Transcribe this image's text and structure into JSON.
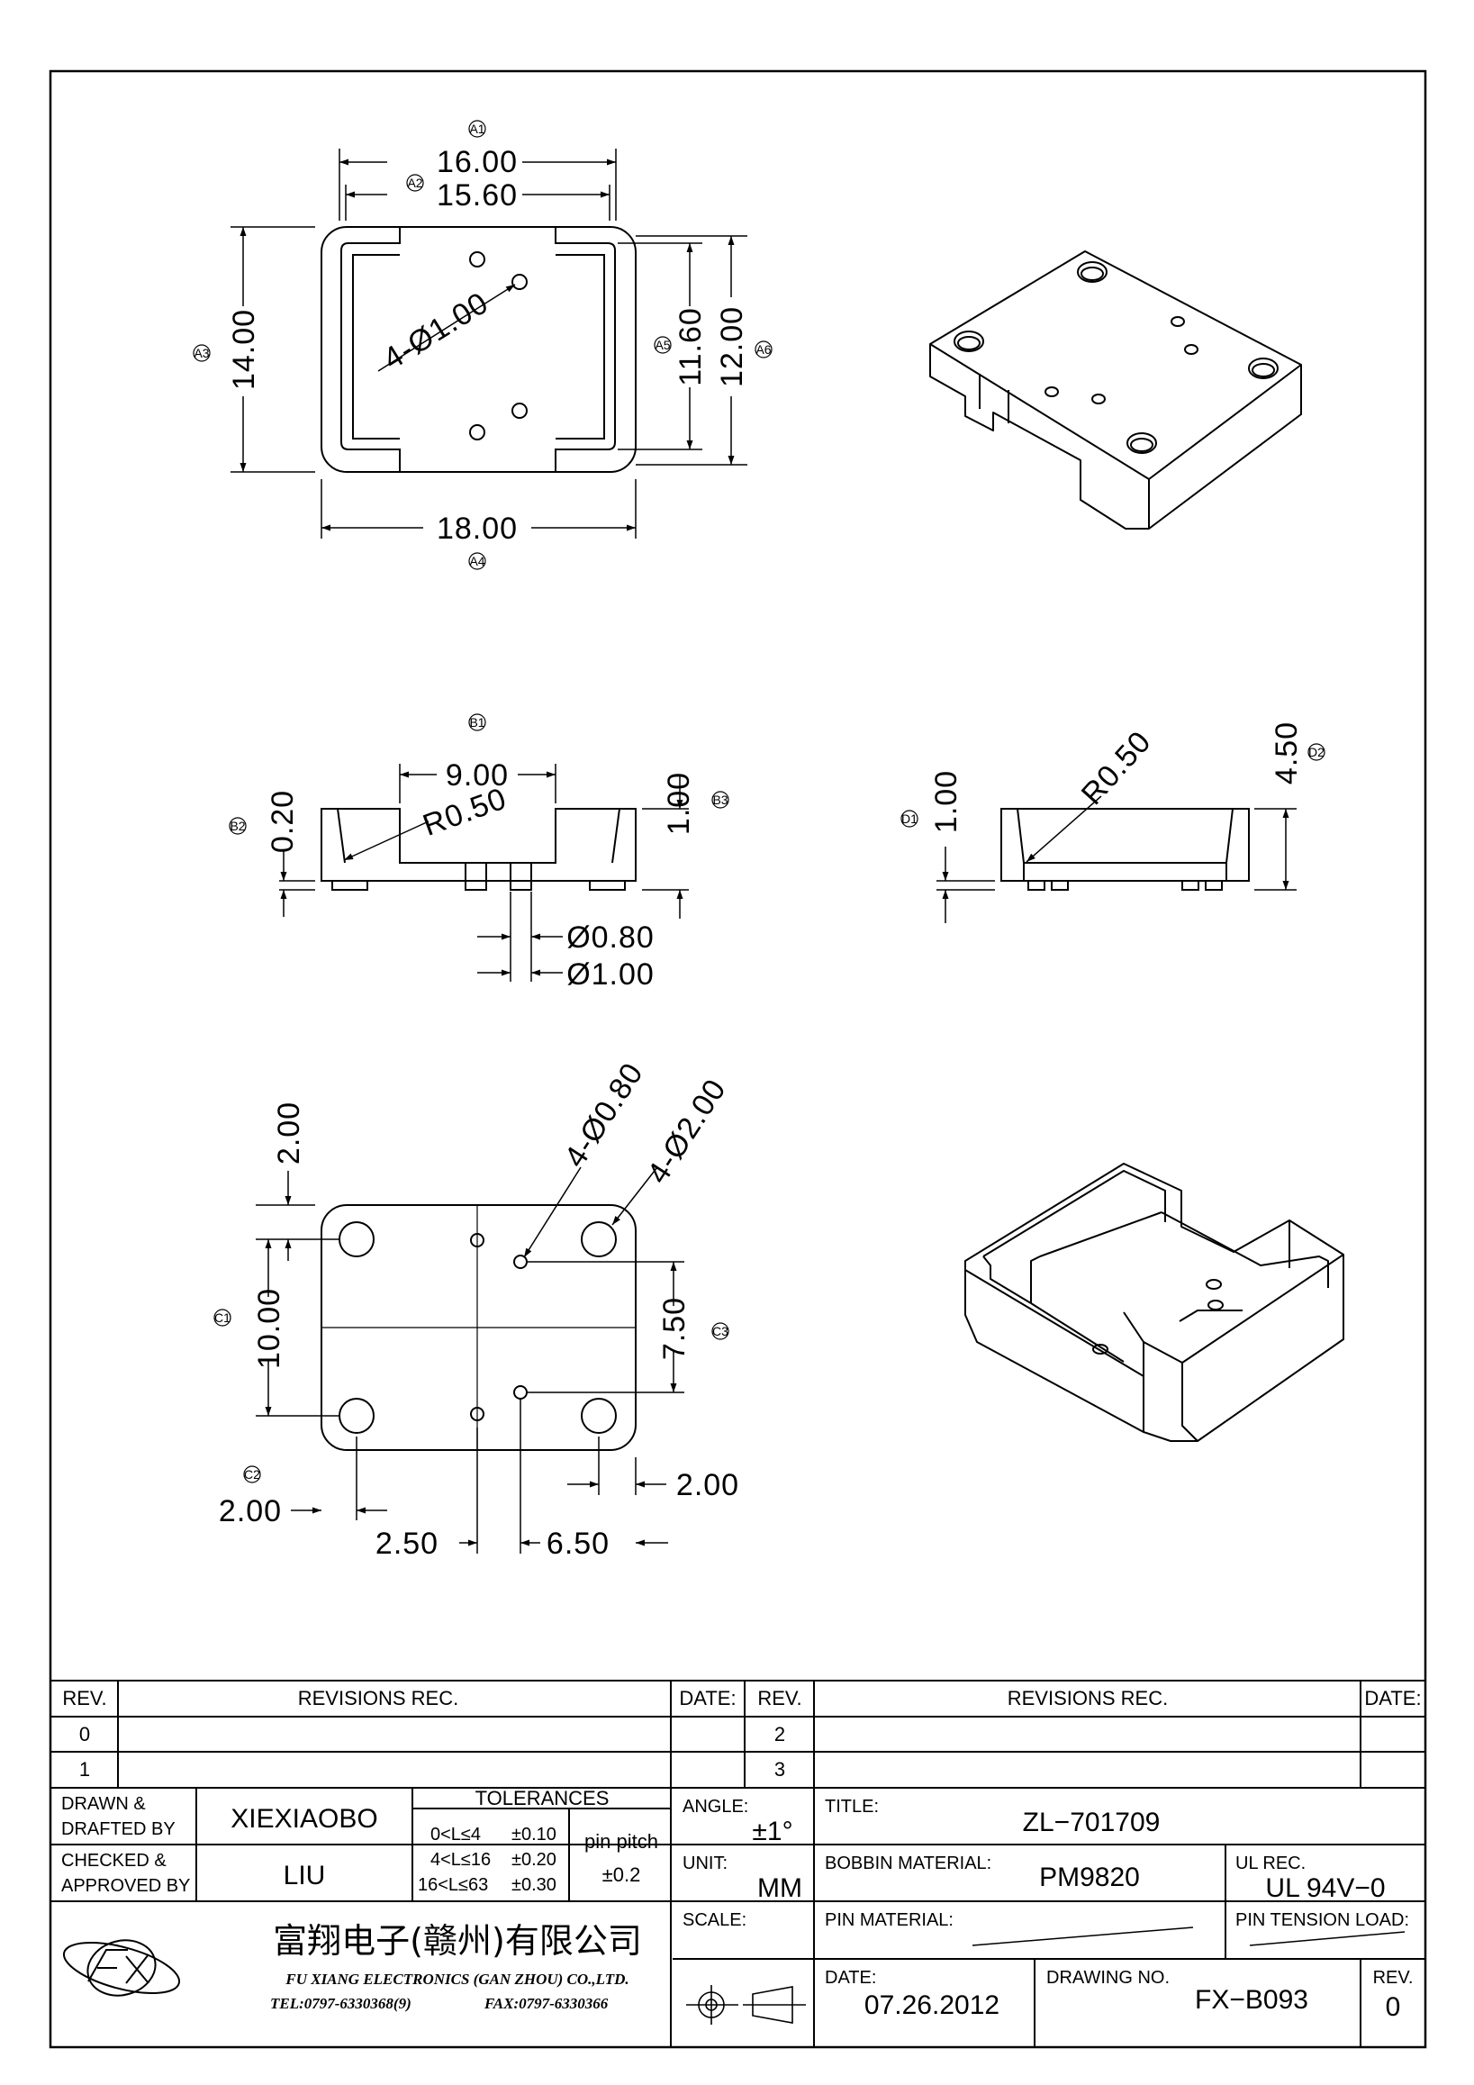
{
  "views": {
    "top": {
      "width": "16.00",
      "inner_width": "15.60",
      "height": "14.00",
      "hole_note": "4-Ø1.00",
      "inner_height": "11.60",
      "outer_height": "12.00",
      "overall_width": "18.00",
      "balloons": [
        "A1",
        "A2",
        "A3",
        "A4",
        "A5",
        "A6"
      ]
    },
    "front": {
      "slot": "9.00",
      "radius": "R0.50",
      "floor": "0.20",
      "pin_height": "1.00",
      "pin_small": "Ø0.80",
      "pin_large": "Ø1.00",
      "balloons": [
        "B1",
        "B2",
        "B3"
      ]
    },
    "side": {
      "radius": "R0.50",
      "pin_height": "1.00",
      "height": "4.50",
      "balloons": [
        "D1",
        "D2"
      ]
    },
    "bottom": {
      "small_holes": "4-Ø0.80",
      "large_holes": "4-Ø2.00",
      "top_offset": "2.00",
      "pitch_y": "10.00",
      "inner_y": "7.50",
      "right_offset": "2.00",
      "left_offset": "2.00",
      "x1": "2.50",
      "x2": "6.50",
      "balloons": [
        "C1",
        "C2",
        "C3"
      ]
    }
  },
  "title_block": {
    "rev_header": "REV.",
    "revisions_header": "REVISIONS   REC.",
    "date_header": "DATE:",
    "rev_rows_left": [
      "0",
      "1"
    ],
    "rev_rows_right": [
      "2",
      "3"
    ],
    "drawn_label_1": "DRAWN  &",
    "drawn_label_2": "DRAFTED  BY",
    "drawn_by": "XIEXIAOBO",
    "checked_label_1": "CHECKED  &",
    "checked_label_2": "APPROVED  BY",
    "approved_by": "LIU",
    "tolerances_label": "TOLERANCES",
    "tolerances": [
      {
        "range": "0<L≤4",
        "tol": "±0.10"
      },
      {
        "range": "4<L≤16",
        "tol": "±0.20"
      },
      {
        "range": "16<L≤63",
        "tol": "±0.30"
      }
    ],
    "pin_pitch_label": "pin  pitch",
    "pin_pitch": "±0.2",
    "angle_label": "ANGLE:",
    "angle": "±1°",
    "unit_label": "UNIT:",
    "unit": "MM",
    "scale_label": "SCALE:",
    "title_label": "TITLE:",
    "title": "ZL−701709",
    "bobbin_label": "BOBBIN  MATERIAL:",
    "bobbin_material": "PM9820",
    "ul_label": "UL  REC.",
    "ul_rec": "UL  94V−0",
    "pin_material_label": "PIN  MATERIAL:",
    "pin_tension_label": "PIN  TENSION  LOAD:",
    "date_label": "DATE:",
    "date": "07.26.2012",
    "drawing_no_label": "DRAWING  NO.",
    "drawing_no": "FX−B093",
    "rev_label": "REV.",
    "rev": "0",
    "company_cn": "富翔电子(赣州)有限公司",
    "company_en": "FU XIANG ELECTRONICS (GAN ZHOU) CO.,LTD.",
    "tel": "TEL:0797-6330368(9)",
    "fax": "FAX:0797-6330366",
    "logo_icon": "fx-logo-icon",
    "projection_icon": "projection-symbol-icon"
  }
}
